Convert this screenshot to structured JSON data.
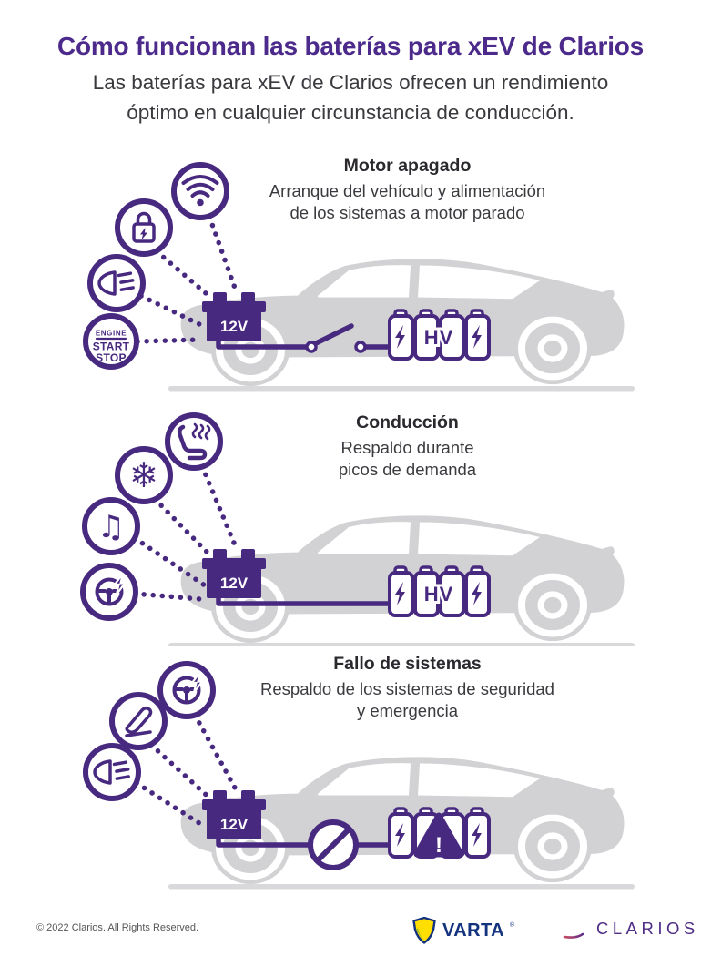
{
  "colors": {
    "purple": "#482980",
    "title_purple": "#4C2A8C",
    "car_gray": "#D2D2D4",
    "text_dark": "#3B3A3F",
    "varta_navy": "#14337E",
    "varta_yellow": "#FFDE00",
    "clarios_purple": "#4E2C85"
  },
  "header": {
    "title": "Cómo funcionan las baterías para xEV de Clarios",
    "subtitle_lines": [
      "Las baterías para xEV de Clarios ofrecen un rendimiento",
      "óptimo en cualquier circunstancia de conducción."
    ]
  },
  "sections": [
    {
      "id": "motor-apagado",
      "title": "Motor apagado",
      "desc": [
        "Arranque del vehículo y alimentación",
        "de los sistemas a motor parado"
      ],
      "battery_label": "12V",
      "hv_label": "HV",
      "connection": "open-switch",
      "icons": [
        "wifi",
        "security-lock",
        "headlights",
        "engine-start-stop"
      ],
      "engine_badge": {
        "line1": "ENGINE",
        "line2": "START",
        "line3": "STOP"
      }
    },
    {
      "id": "conduccion",
      "title": "Conducción",
      "desc": [
        "Respaldo durante",
        "picos de demanda"
      ],
      "battery_label": "12V",
      "hv_label": "HV",
      "connection": "closed",
      "icons": [
        "heated-seat",
        "climate-snowflake",
        "audio-music",
        "power-steering"
      ],
      "glyphs": {
        "snowflake": "❄",
        "music": "♫"
      }
    },
    {
      "id": "fallo-de-sistemas",
      "title": "Fallo de sistemas",
      "desc": [
        "Respaldo de los sistemas de seguridad",
        "y emergencia"
      ],
      "battery_label": "12V",
      "hv_warning": "!",
      "connection": "blocked",
      "icons": [
        "power-steering",
        "brake-pedal",
        "headlights"
      ]
    }
  ],
  "footer": {
    "copyright": "© 2022 Clarios. All Rights Reserved.",
    "varta": "VARTA",
    "varta_reg": "®",
    "clarios": "CLARIOS"
  }
}
